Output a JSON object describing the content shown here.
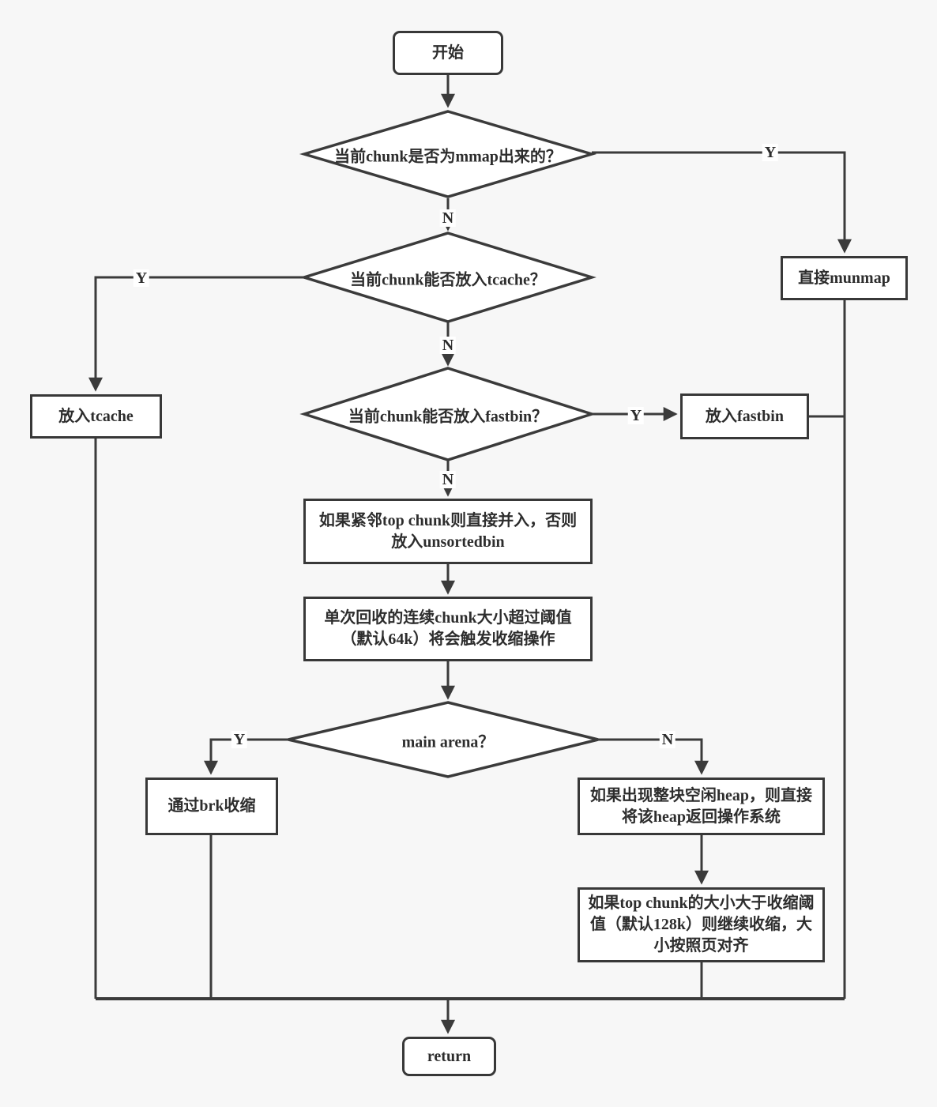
{
  "diagram": {
    "title_hint": "glibc free() 流程图",
    "colors": {
      "background": "#f7f7f7",
      "line": "#3b3b3b",
      "node_fill": "#ffffff",
      "text": "#2d2d2d"
    }
  },
  "nodes": {
    "start": {
      "label": "开始"
    },
    "d_mmap": {
      "label": "当前chunk是否为mmap出来的？"
    },
    "munmap": {
      "label": "直接munmap"
    },
    "d_tcache": {
      "label": "当前chunk能否放入tcache？"
    },
    "tcache": {
      "label": "放入tcache"
    },
    "d_fastbin": {
      "label": "当前chunk能否放入fastbin？"
    },
    "fastbin": {
      "label": "放入fastbin"
    },
    "merge_top": {
      "label": "如果紧邻top chunk则直接并入，否则放入unsortedbin"
    },
    "shrink_threshold": {
      "label": "单次回收的连续chunk大小超过阈值（默认64k）将会触发收缩操作"
    },
    "d_main_arena": {
      "label": "main arena？"
    },
    "brk": {
      "label": "通过brk收缩"
    },
    "heap_return": {
      "label": "如果出现整块空闲heap，则直接将该heap返回操作系统"
    },
    "top_chunk_shrink": {
      "label": "如果top chunk的大小大于收缩阈值（默认128k）则继续收缩，大小按照页对齐"
    },
    "return": {
      "label": "return"
    }
  },
  "edge_labels": {
    "mmap_yes": "Y",
    "mmap_no": "N",
    "tcache_yes": "Y",
    "tcache_no": "N",
    "fastbin_yes": "Y",
    "fastbin_no": "N",
    "arena_yes": "Y",
    "arena_no": "N"
  }
}
